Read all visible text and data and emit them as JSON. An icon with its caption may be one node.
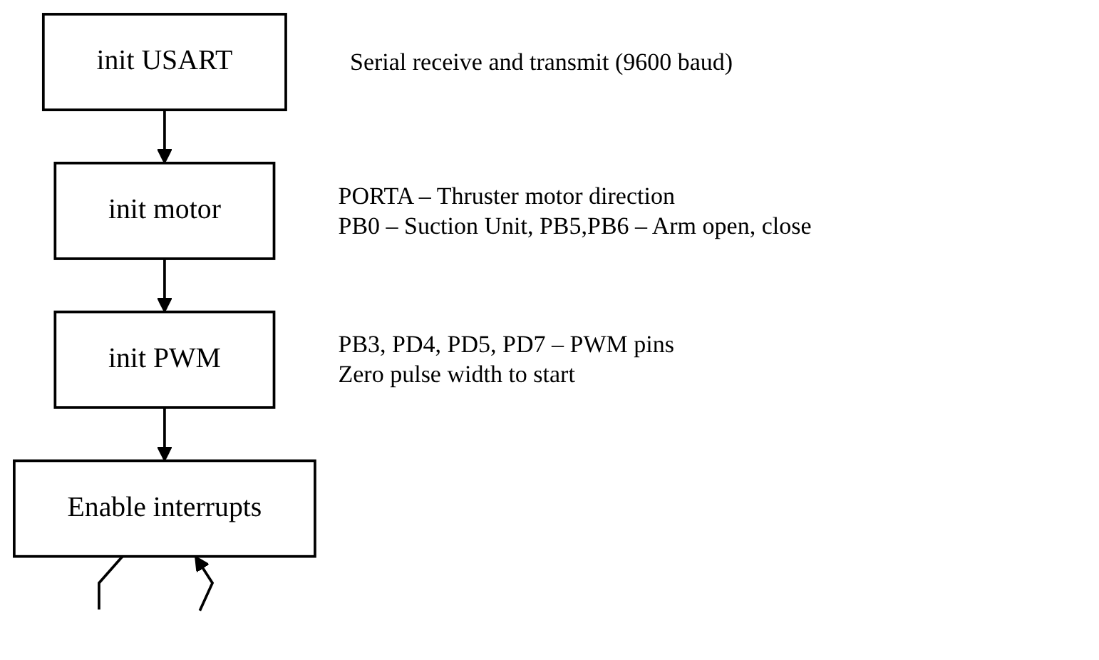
{
  "diagram": {
    "nodes": [
      {
        "text": [
          "init USART"
        ],
        "beside": [
          "Serial receive and transmit (9600 baud)"
        ]
      },
      {
        "text": [
          "init motor"
        ],
        "beside": [
          "PORTA – Thruster motor direction",
          "PB0 – Suction Unit, PB5,PB6 – Arm open, close"
        ]
      },
      {
        "text": [
          "init PWM"
        ],
        "beside": [
          "PB3, PD4, PD5, PD7 – PWM pins",
          "Zero pulse width to start"
        ]
      },
      {
        "text": [
          "Enable interrupts"
        ]
      }
    ],
    "edges": [
      {
        "from": 0,
        "to": 1,
        "arrow": "to"
      },
      {
        "from": 1,
        "to": 2,
        "arrow": "to"
      },
      {
        "from": 2,
        "to": 3,
        "arrow": "to"
      },
      {
        "from": 3,
        "to": null,
        "arrow": "none"
      },
      {
        "from": null,
        "to": 3,
        "arrow": "to"
      }
    ]
  }
}
